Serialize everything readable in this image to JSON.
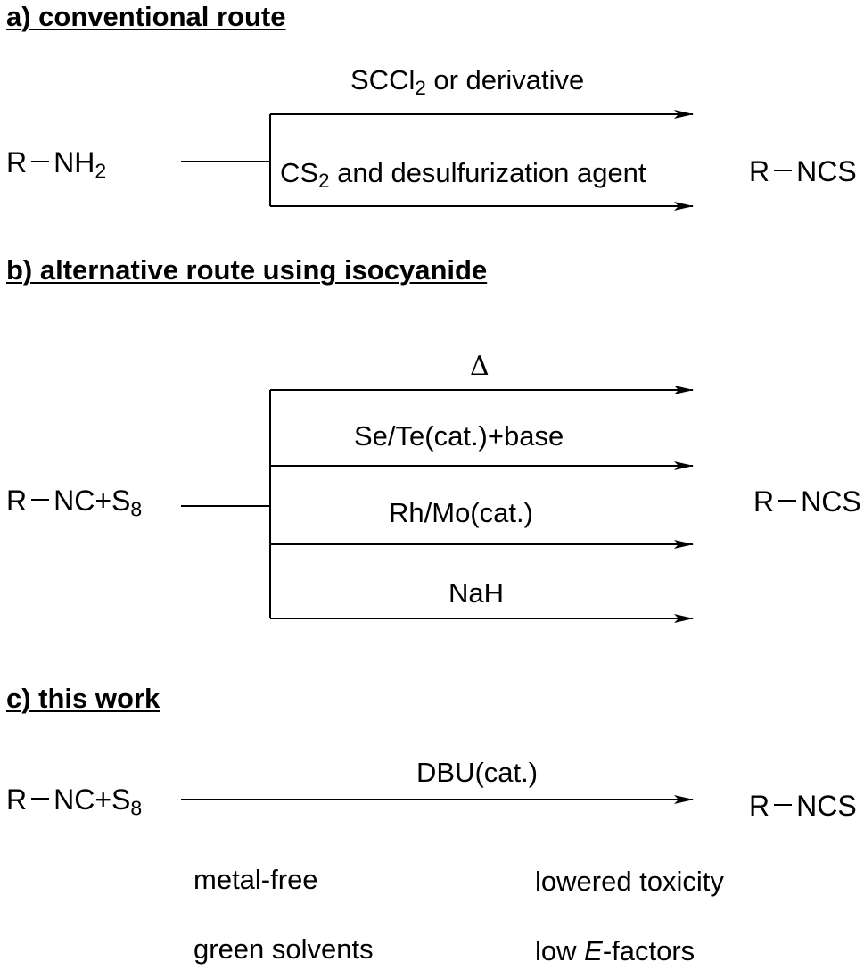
{
  "section_a": {
    "heading": "a) conventional route",
    "reactant": {
      "r": "R",
      "group": "NH",
      "sub": "2"
    },
    "cond_top": {
      "pre": "SCCl",
      "sub": "2",
      "post": " or derivative"
    },
    "cond_bottom": {
      "pre": "CS",
      "sub": "2",
      "post": " and desulfurization agent"
    },
    "product": {
      "r": "R",
      "group": "NCS"
    }
  },
  "section_b": {
    "heading": "b) alternative route using isocyanide",
    "reactant": {
      "r": "R",
      "group": "NC+S",
      "sub": "8"
    },
    "conditions": [
      "Δ",
      "Se/Te(cat.)+base",
      "Rh/Mo(cat.)",
      "NaH"
    ],
    "product": {
      "r": "R",
      "group": "NCS"
    }
  },
  "section_c": {
    "heading": "c) this work",
    "reactant": {
      "r": "R",
      "group": "NC+S",
      "sub": "8"
    },
    "condition": "DBU(cat.)",
    "product": {
      "r": "R",
      "group": "NCS"
    },
    "features": {
      "metal_free": "metal-free",
      "green_solvents": "green solvents",
      "lowered_toxicity": "lowered toxicity",
      "low_e_italic": "E",
      "low_e_pre": "low ",
      "low_e_post": "-factors"
    }
  }
}
